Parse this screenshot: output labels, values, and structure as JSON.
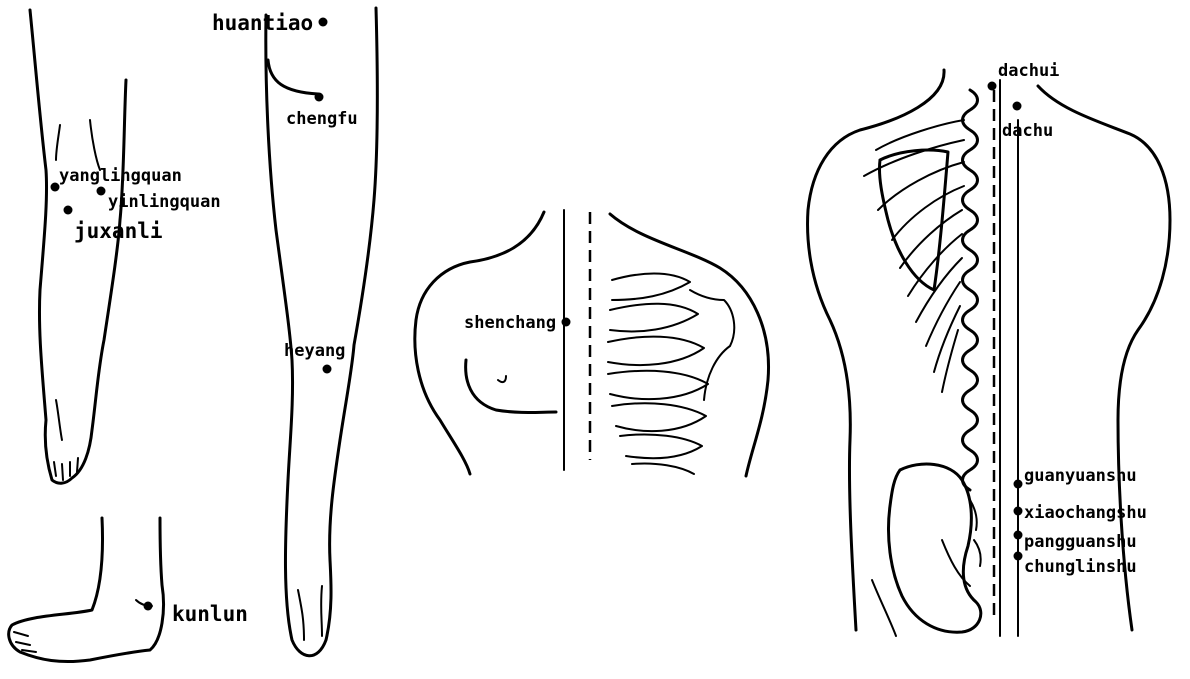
{
  "points": {
    "huantiao": "huantiao",
    "chengfu": "chengfu",
    "yanglingquan": "yanglingquan",
    "yinlingquan": "yinlingquan",
    "zusanli": "juxanli",
    "heyang": "heyang",
    "kunlun": "kunlun",
    "shenchang": "shenchang",
    "dachui": "dachui",
    "dachu": "dachu",
    "guanyuanshu": "guanyuanshu",
    "xiaochangshu": "xiaochangshu",
    "pangguangshu": "pangguanshu",
    "chunglinshu": "chunglinshu"
  }
}
